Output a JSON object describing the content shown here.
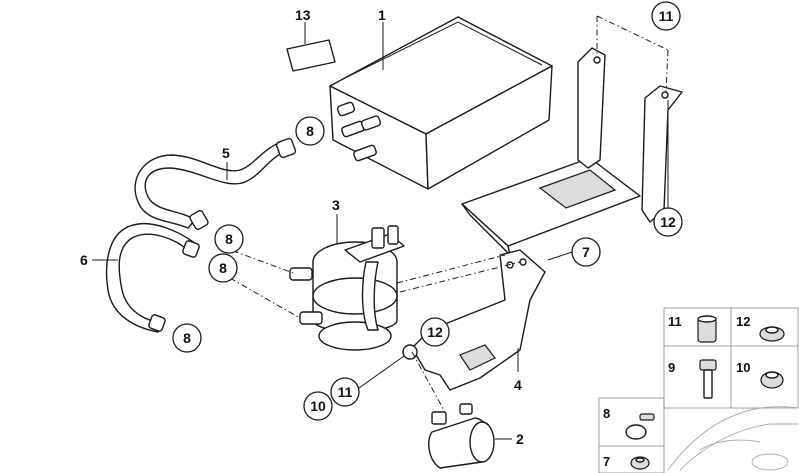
{
  "callouts": {
    "c1": "1",
    "c2": "2",
    "c3": "3",
    "c4": "4",
    "c5": "5",
    "c6": "6",
    "c7": "7",
    "c8a": "8",
    "c8b": "8",
    "c8c": "8",
    "c8d": "8",
    "c10": "10",
    "c11a": "11",
    "c11b": "11",
    "c12a": "12",
    "c12b": "12",
    "c13": "13"
  },
  "legend": {
    "r11": "11",
    "r12": "12",
    "r9": "9",
    "r10": "10",
    "r8": "8",
    "r7": "7"
  },
  "colors": {
    "line": "#1a1a1a",
    "shade": "#dcdcdc",
    "legend_grid": "#888888"
  }
}
